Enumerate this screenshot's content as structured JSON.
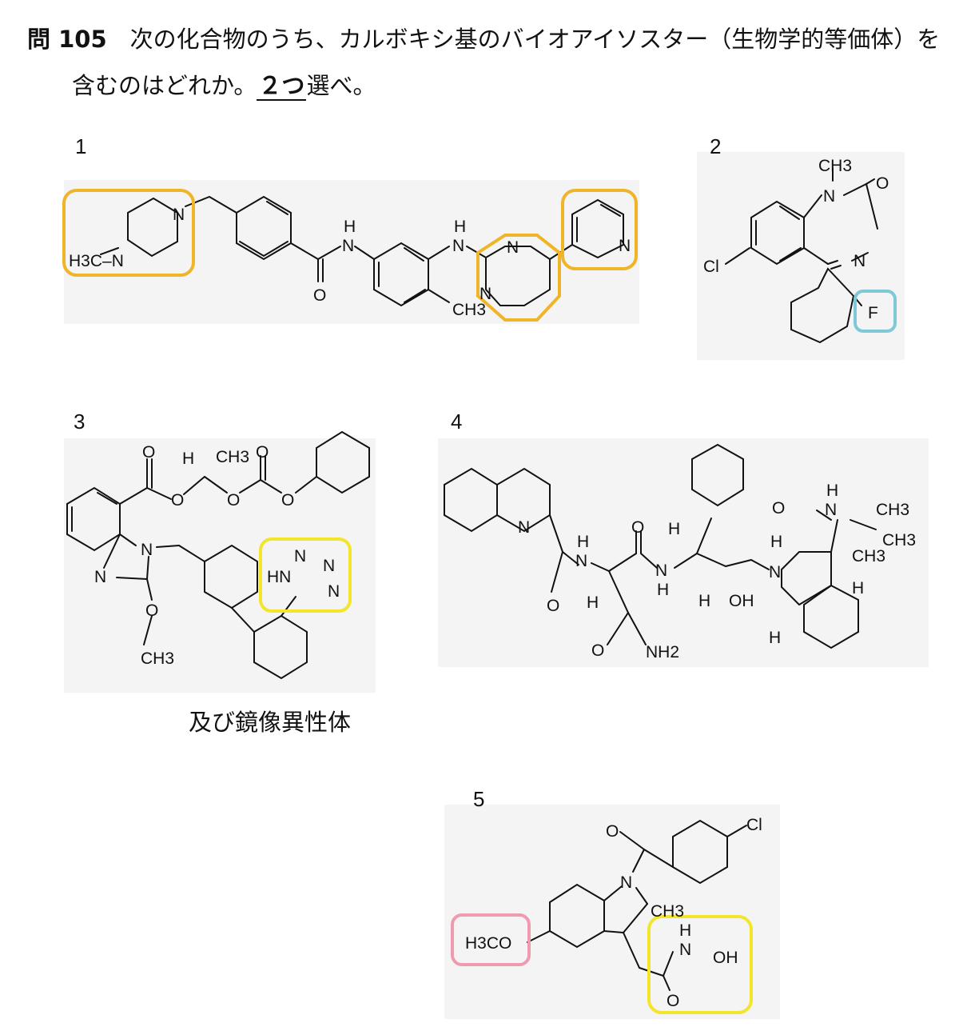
{
  "question": {
    "number": "問 105",
    "line1": "次の化合物のうち、カルボキシ基のバイオアイソスター（生物学的等価体）を",
    "line2_before": "含むのはどれか。",
    "line2_emph": "２つ",
    "line2_after": "選べ。"
  },
  "compounds": [
    {
      "label": "1"
    },
    {
      "label": "2"
    },
    {
      "label": "3",
      "note": "及び鏡像異性体"
    },
    {
      "label": "4"
    },
    {
      "label": "5"
    }
  ],
  "atom_labels": {
    "c1": {
      "n_pip": "N",
      "h3c_n": "H3C–N",
      "nh1": "N",
      "h1": "H",
      "o1": "O",
      "nh2": "N",
      "h2": "H",
      "n_pyr1": "N",
      "n_pyr2": "N",
      "ch3": "CH3",
      "n_py": "N"
    },
    "c2": {
      "ch3": "CH3",
      "n1": "N",
      "o": "O",
      "n2": "N",
      "cl": "Cl",
      "f": "F"
    },
    "c3": {
      "o1": "O",
      "h": "H",
      "ch3": "CH3",
      "o2": "O",
      "o3": "O",
      "o4": "O",
      "o5": "O",
      "n1": "N",
      "n2": "N",
      "o6": "O",
      "ch3b": "CH3",
      "tz_n1": "N",
      "tz_n2": "N",
      "tz_hn": "HN",
      "tz_n3": "N"
    },
    "c4": {
      "n_q": "N",
      "nh": "N",
      "h1": "H",
      "o1": "O",
      "h_alpha": "H",
      "o2": "O",
      "nh2": "NH2",
      "o3": "O",
      "nh_b": "N",
      "h_b": "H",
      "h_c": "H",
      "h_d": "H",
      "oh": "OH",
      "n_ring": "N",
      "h_e": "H",
      "o4": "O",
      "nh_c": "N",
      "h_f": "H",
      "ch3_1": "CH3",
      "ch3_2": "CH3",
      "ch3_3": "CH3",
      "h_g": "H",
      "h_h": "H"
    },
    "c5": {
      "o1": "O",
      "cl": "Cl",
      "n": "N",
      "ch3": "CH3",
      "h3co": "H3CO",
      "h": "H",
      "n_h": "N",
      "oh": "OH",
      "o2": "O"
    }
  },
  "highlight_colors": {
    "orange": "#f0b429",
    "blue": "#7ec8d8",
    "yellow": "#f2e52b",
    "pink": "#ee9bb0"
  }
}
